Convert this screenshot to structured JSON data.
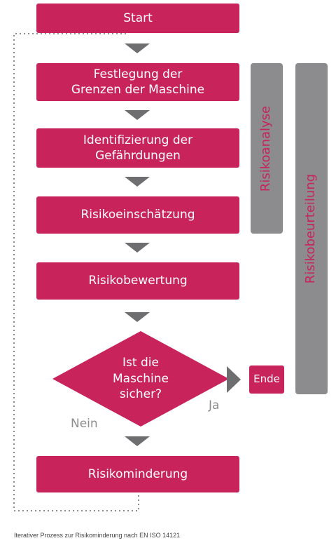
{
  "flow": {
    "start": "Start",
    "step_limits": "Festlegung der\nGrenzen der Maschine",
    "step_hazards": "Identifizierung der\nGefährdungen",
    "step_estimation": "Risikoeinschätzung",
    "step_evaluation": "Risikobewertung",
    "decision": "Ist die\nMaschine\nsicher?",
    "yes_label": "Ja",
    "no_label": "Nein",
    "end": "Ende",
    "step_reduction": "Risikominderung"
  },
  "side": {
    "analysis_label": "Risikoanalyse",
    "assessment_label": "Risikobeurteilung"
  },
  "caption": "Iterativer Prozess zur Risikominderung nach EN ISO 14121",
  "colors": {
    "primary": "#c8235a",
    "gray": "#8c8c8e",
    "arrow": "#6e6e70"
  }
}
